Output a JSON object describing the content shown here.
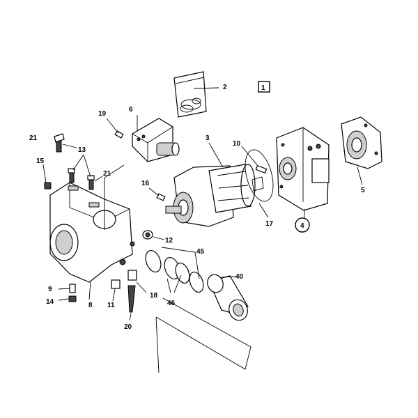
{
  "diagram": {
    "labels": {
      "l1": "1",
      "l2": "2",
      "l3": "3",
      "l4": "4",
      "l5": "5",
      "l6": "6",
      "l8": "8",
      "l9": "9",
      "l10": "10",
      "l11": "11",
      "l12": "12",
      "l13": "13",
      "l14": "14",
      "l15": "15",
      "l16": "16",
      "l17": "17",
      "l18": "18",
      "l19": "19",
      "l20": "20",
      "l21a": "21",
      "l21b": "21",
      "l40": "40",
      "l45": "45",
      "l46": "46"
    }
  }
}
